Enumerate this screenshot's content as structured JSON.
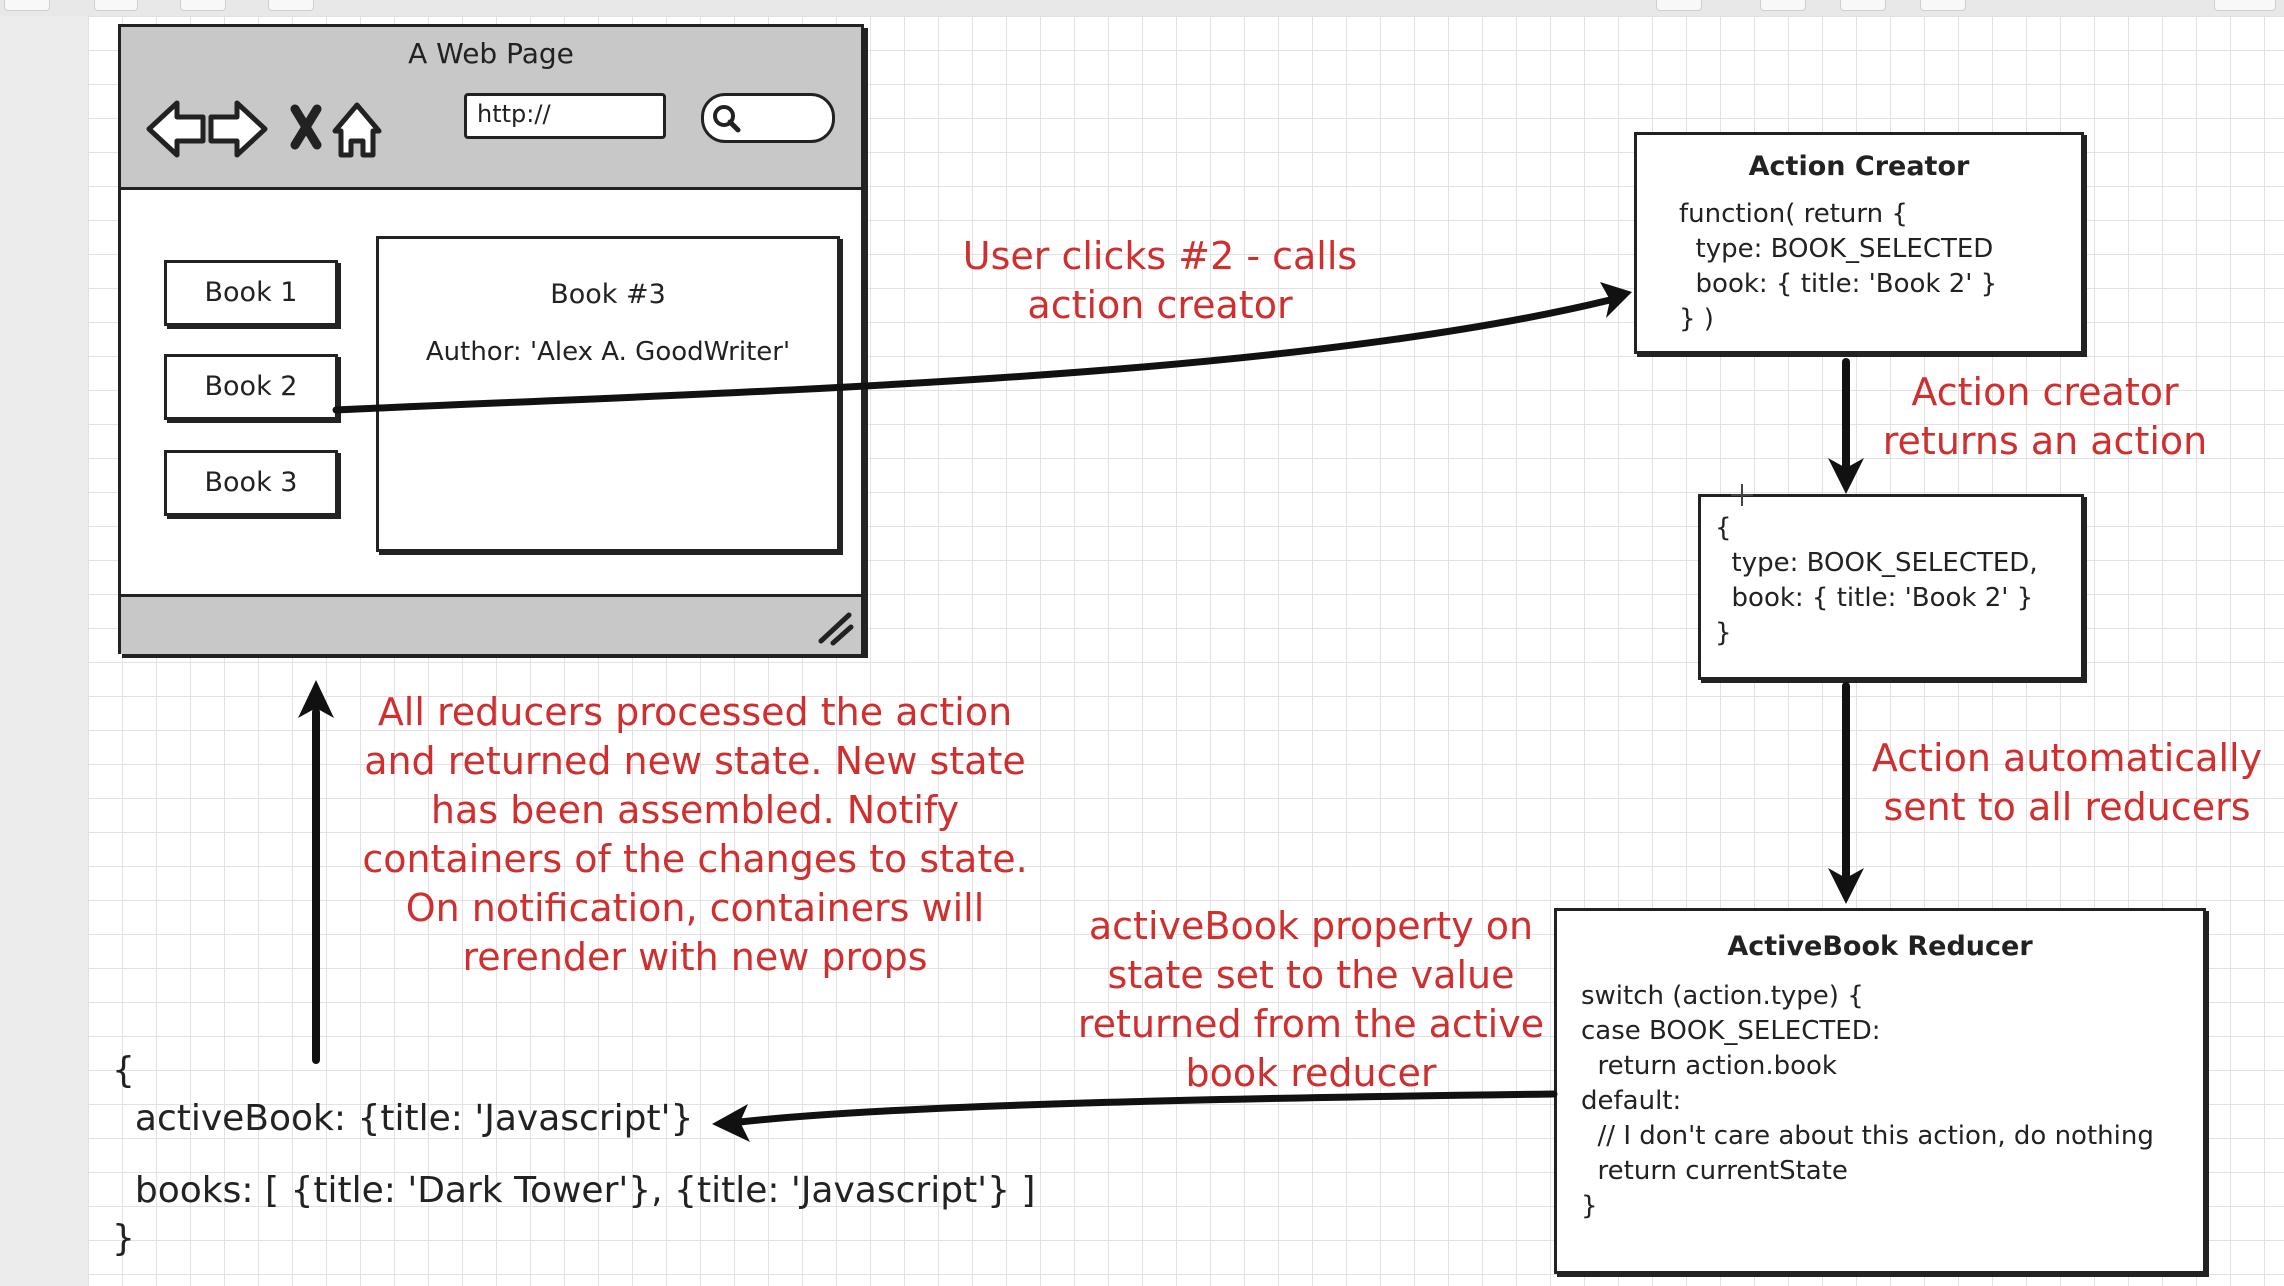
{
  "browser": {
    "title": "A Web Page",
    "url": "http://",
    "books": [
      "Book 1",
      "Book 2",
      "Book 3"
    ],
    "detail_title": "Book #3",
    "detail_author": "Author: 'Alex A. GoodWriter'"
  },
  "action_creator": {
    "title": "Action Creator",
    "lines": [
      "function( return {",
      "  type: BOOK_SELECTED",
      "  book: { title: 'Book 2' }",
      "} )"
    ]
  },
  "action_object": {
    "lines": [
      "{",
      "  type: BOOK_SELECTED,",
      "  book: { title: 'Book 2' }",
      "}"
    ]
  },
  "reducer": {
    "title": "ActiveBook Reducer",
    "lines": [
      "switch (action.type) {",
      "case BOOK_SELECTED:",
      "  return action.book",
      "default:",
      "  // I don't care about this action, do nothing",
      "  return currentState",
      "}"
    ]
  },
  "state": {
    "lines": [
      "{",
      "  activeBook: {title: 'Javascript'}",
      "",
      "  books: [ {title: 'Dark Tower'}, {title: 'Javascript'} ]",
      "}"
    ]
  },
  "annotations": {
    "user_clicks": [
      "User clicks #2 - calls",
      "action creator"
    ],
    "returns_action": [
      "Action creator",
      "returns an action"
    ],
    "sent_to_reducers": [
      "Action automatically",
      "sent to all reducers"
    ],
    "active_book_property": [
      "activeBook property on",
      "state set to the value",
      "returned from the active",
      "book reducer"
    ],
    "all_reducers": [
      "All reducers processed the action",
      "and returned new state.  New state",
      "has been assembled.  Notify",
      "containers of the changes to state.",
      "On notification, containers will",
      "rerender with new props"
    ]
  },
  "colors": {
    "annotation": "#cf2f2f",
    "ink": "#222222",
    "browser_chrome": "#c8c8c8"
  }
}
